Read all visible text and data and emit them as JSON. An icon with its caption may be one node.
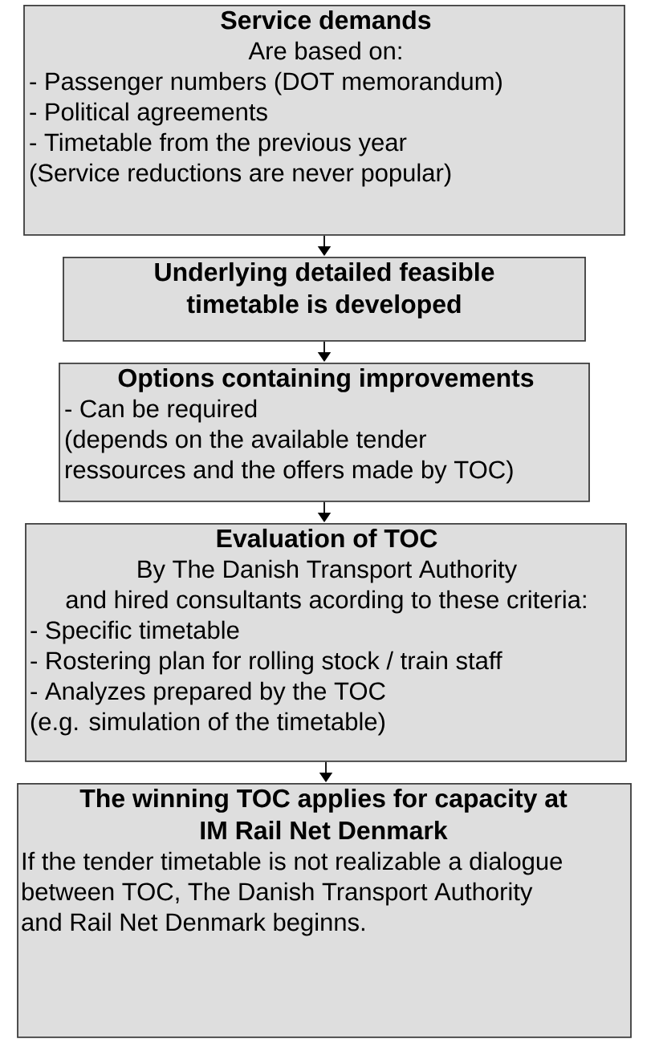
{
  "diagram": {
    "nodes": [
      {
        "text": [
          "Service demands",
          "Are based on:",
          "- Passenger numbers (DOT memorandum)",
          "- Political agreements",
          "- Timetable from the previous year",
          "(Service reductions are never popular)"
        ]
      },
      {
        "text": [
          "Underlying detailed feasible timetable is developed"
        ]
      },
      {
        "text": [
          "Options containing improvements",
          "- Can be required",
          "(depends on the available tender ressources and the offers made by TOC)"
        ]
      },
      {
        "text": [
          "Evaluation of TOC",
          "By The Danish Transport Authority and hired consultants acording to these criteria:",
          "- Specific timetable",
          "- Rostering plan for rolling stock / train staff",
          "- Analyzes prepared by the TOC",
          "(e.g. simulation of the timetable)"
        ]
      },
      {
        "text": [
          "The winning TOC applies for capacity at IM Rail Net Denmark",
          "If the tender timetable is not realizable a dialogue between TOC, The Danish Transport Authority and Rail Net Denmark beginns."
        ]
      }
    ],
    "edges": [
      {
        "from": 0,
        "to": 1,
        "arrow": "to"
      },
      {
        "from": 1,
        "to": 2,
        "arrow": "to"
      },
      {
        "from": 2,
        "to": 3,
        "arrow": "to"
      },
      {
        "from": 3,
        "to": 4,
        "arrow": "to"
      }
    ]
  }
}
